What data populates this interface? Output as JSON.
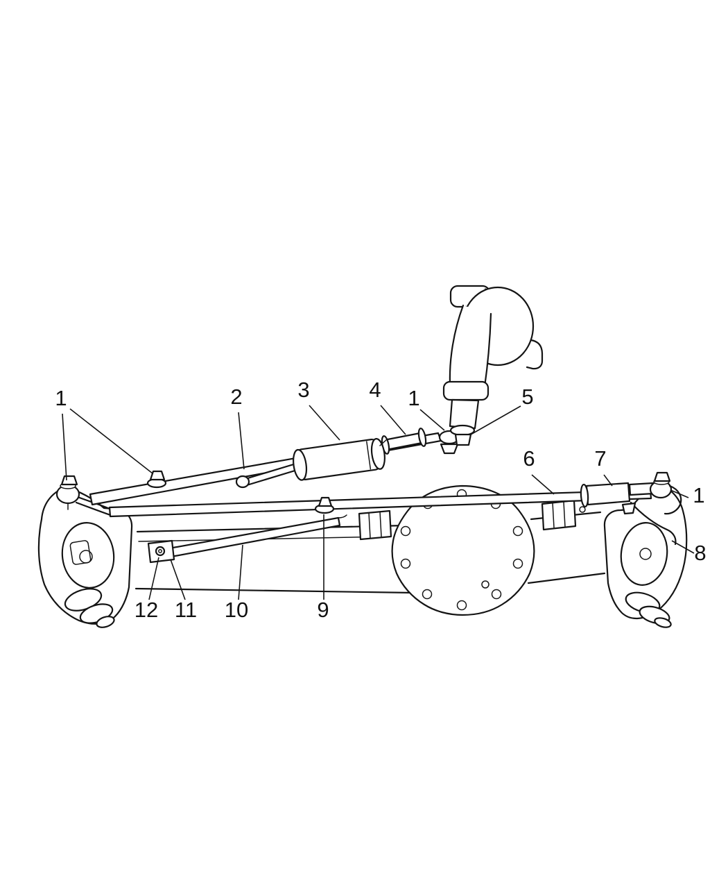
{
  "figure": {
    "background_color": "#ffffff",
    "line_color": "#141414",
    "callouts": [
      {
        "label": "1"
      },
      {
        "label": "2"
      },
      {
        "label": "3"
      },
      {
        "label": "4"
      },
      {
        "label": "1"
      },
      {
        "label": "5"
      },
      {
        "label": "6"
      },
      {
        "label": "7"
      },
      {
        "label": "1"
      },
      {
        "label": "8"
      },
      {
        "label": "12"
      },
      {
        "label": "11"
      },
      {
        "label": "10"
      },
      {
        "label": "9"
      }
    ]
  }
}
